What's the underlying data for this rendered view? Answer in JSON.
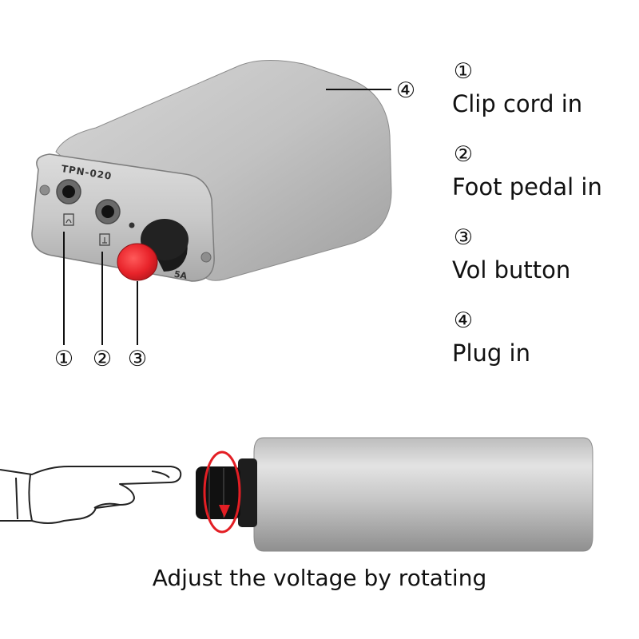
{
  "product": {
    "model_label": "TPN-020",
    "rating_fragment": "5A"
  },
  "callouts": {
    "c1": "①",
    "c2": "②",
    "c3": "③",
    "c4": "④"
  },
  "legend": [
    {
      "number": "①",
      "label": "Clip cord in"
    },
    {
      "number": "②",
      "label": "Foot pedal in"
    },
    {
      "number": "③",
      "label": "Vol button"
    },
    {
      "number": "④",
      "label": "Plug in"
    }
  ],
  "caption": "Adjust the voltage by rotating",
  "colors": {
    "knob_red": "#e8232a",
    "arrow_red": "#e31e24",
    "aluminum": "#c8c8c8",
    "text": "#111111"
  },
  "icons": {
    "headphone_jack_glyph": "headphone-icon",
    "foot_pedal_glyph": "pedal-icon"
  }
}
